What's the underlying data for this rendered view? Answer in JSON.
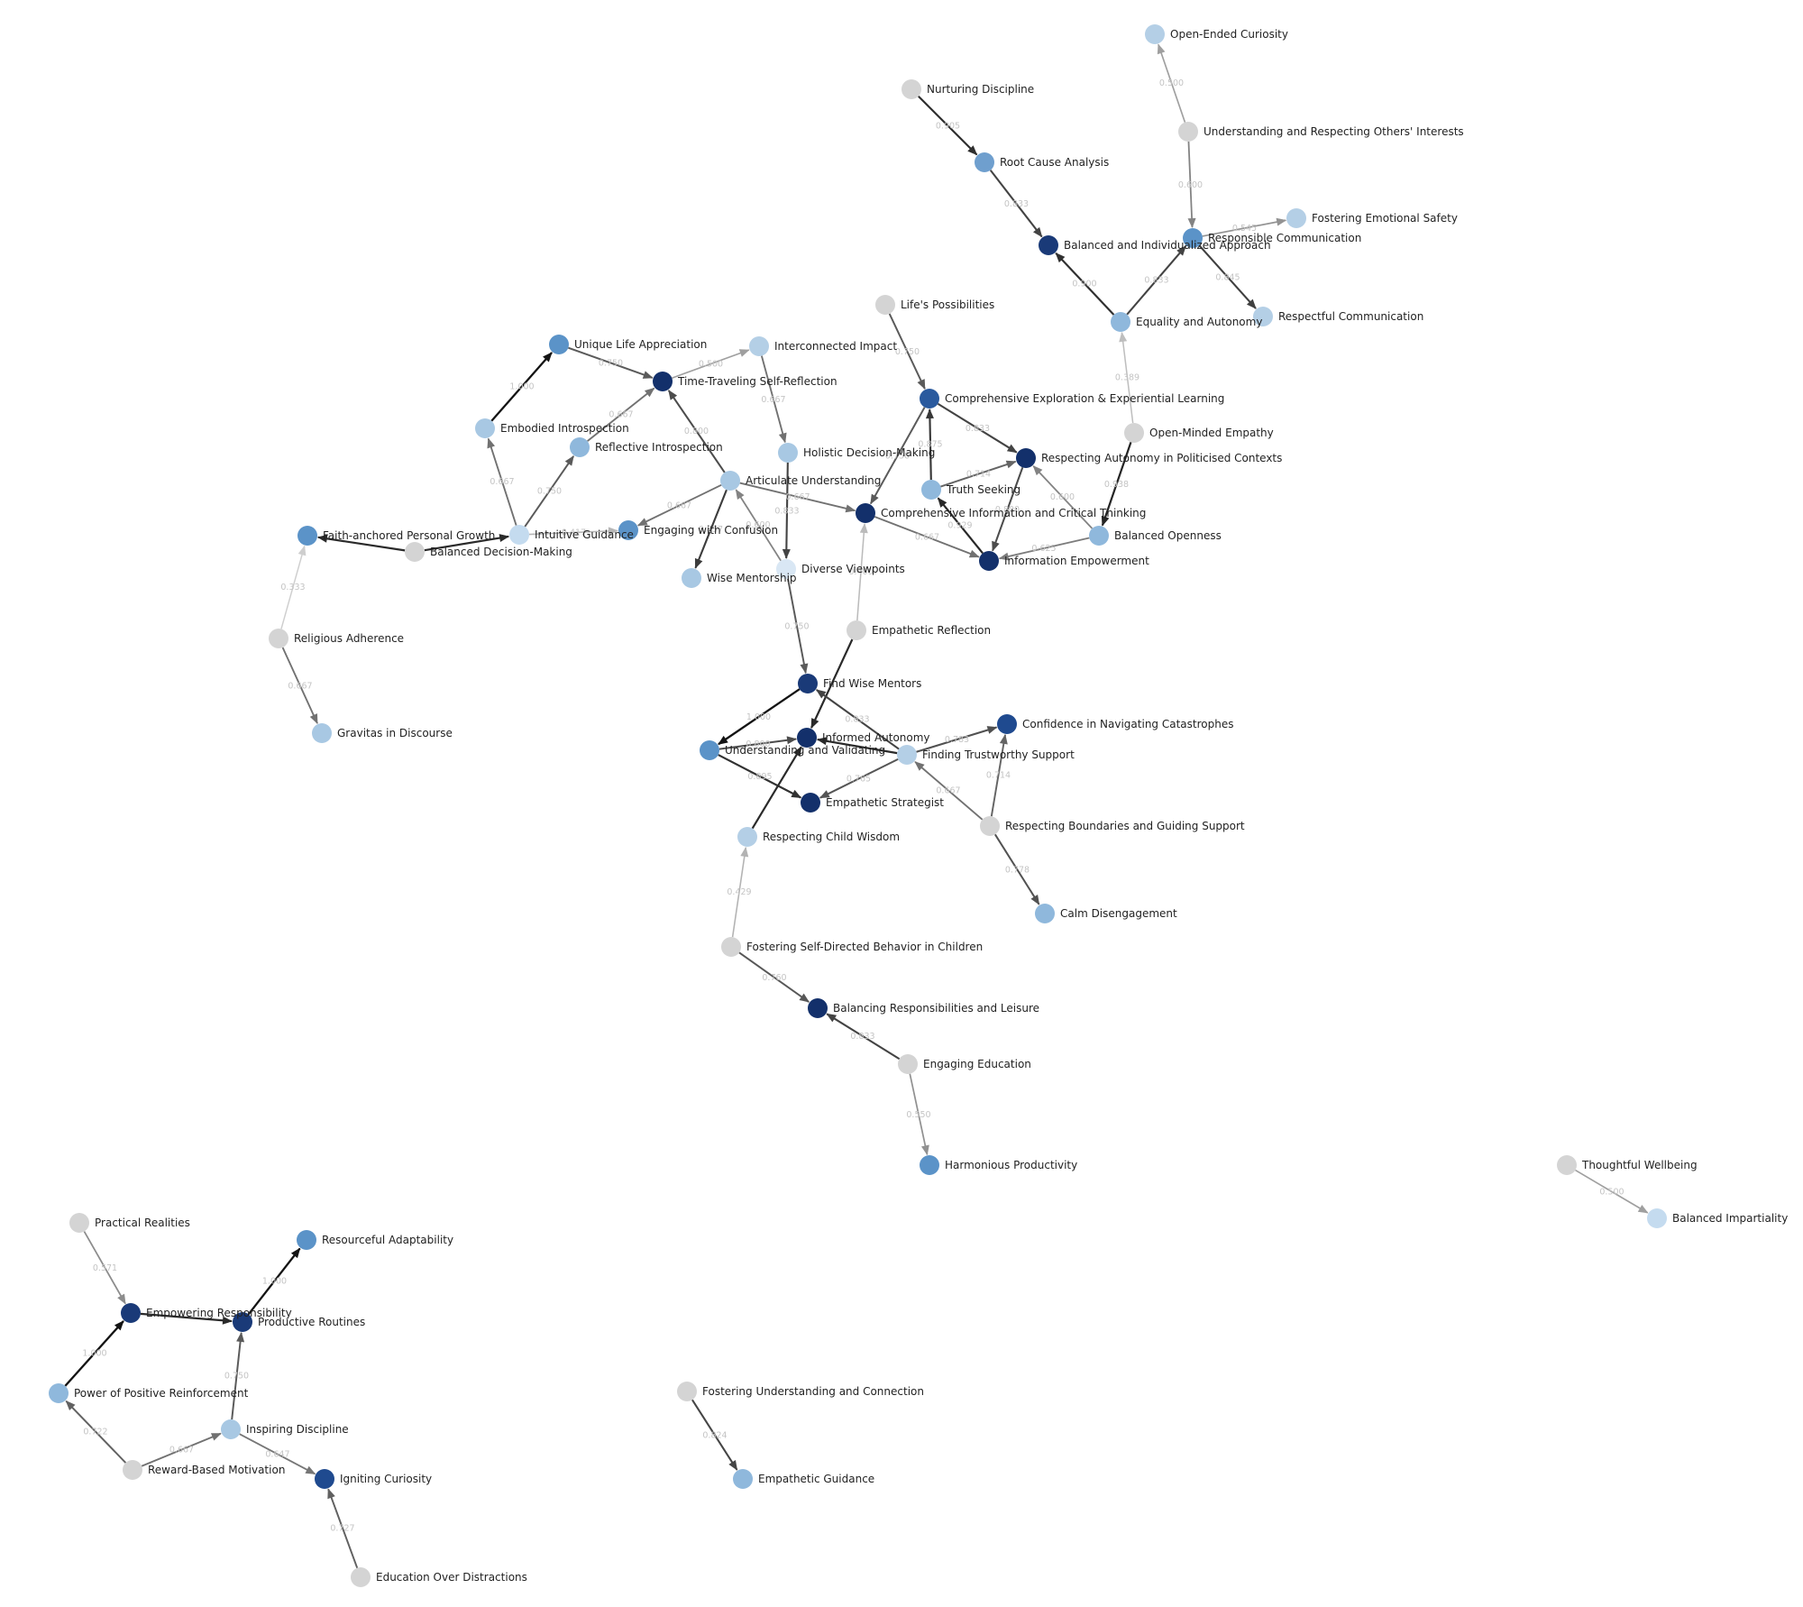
{
  "graph": {
    "nodes": [
      {
        "id": "open-ended-curiosity",
        "label": "Open-Ended Curiosity",
        "color": "#b4cfe6"
      },
      {
        "id": "nurturing-discipline",
        "label": "Nurturing Discipline",
        "color": "#d4d4d4"
      },
      {
        "id": "understanding-respecting-others",
        "label": "Understanding and Respecting Others' Interests",
        "color": "#d4d4d4"
      },
      {
        "id": "root-cause-analysis",
        "label": "Root Cause Analysis",
        "color": "#6f9fce"
      },
      {
        "id": "fostering-emotional-safety",
        "label": "Fostering Emotional Safety",
        "color": "#b4cfe6"
      },
      {
        "id": "responsible-communication",
        "label": "Responsible Communication",
        "color": "#5b93c8"
      },
      {
        "id": "balanced-individualized",
        "label": "Balanced and Individualized Approach",
        "color": "#1a3a78"
      },
      {
        "id": "respectful-communication",
        "label": "Respectful Communication",
        "color": "#b4cfe6"
      },
      {
        "id": "equality-autonomy",
        "label": "Equality and Autonomy",
        "color": "#8fb8dc"
      },
      {
        "id": "lifes-possibilities",
        "label": "Life's Possibilities",
        "color": "#d4d4d4"
      },
      {
        "id": "unique-life-appreciation",
        "label": "Unique Life Appreciation",
        "color": "#5b93c8"
      },
      {
        "id": "interconnected-impact",
        "label": "Interconnected Impact",
        "color": "#b4cfe6"
      },
      {
        "id": "time-traveling",
        "label": "Time-Traveling Self-Reflection",
        "color": "#13306b"
      },
      {
        "id": "comprehensive-exploration",
        "label": "Comprehensive Exploration & Experiential Learning",
        "color": "#2a5a9e"
      },
      {
        "id": "embodied-introspection",
        "label": "Embodied Introspection",
        "color": "#a8c8e3"
      },
      {
        "id": "reflective-introspection",
        "label": "Reflective Introspection",
        "color": "#8fb8dc"
      },
      {
        "id": "holistic-decision",
        "label": "Holistic Decision-Making",
        "color": "#a8c8e3"
      },
      {
        "id": "open-minded-empathy",
        "label": "Open-Minded Empathy",
        "color": "#d4d4d4"
      },
      {
        "id": "respecting-autonomy-politicised",
        "label": "Respecting Autonomy in Politicised Contexts",
        "color": "#13306b"
      },
      {
        "id": "articulate-understanding",
        "label": "Articulate Understanding",
        "color": "#a8c8e3"
      },
      {
        "id": "truth-seeking",
        "label": "Truth Seeking",
        "color": "#8fb8dc"
      },
      {
        "id": "comprehensive-information",
        "label": "Comprehensive Information and Critical Thinking",
        "color": "#13306b"
      },
      {
        "id": "faith-anchored",
        "label": "Faith-anchored Personal Growth",
        "color": "#5b93c8"
      },
      {
        "id": "intuitive-guidance",
        "label": "Intuitive Guidance",
        "color": "#c4dbef"
      },
      {
        "id": "engaging-confusion",
        "label": "Engaging with Confusion",
        "color": "#5b93c8"
      },
      {
        "id": "balanced-openness",
        "label": "Balanced Openness",
        "color": "#8fb8dc"
      },
      {
        "id": "balanced-decision",
        "label": "Balanced Decision-Making",
        "color": "#d4d4d4"
      },
      {
        "id": "information-empowerment",
        "label": "Information Empowerment",
        "color": "#13306b"
      },
      {
        "id": "wise-mentorship",
        "label": "Wise Mentorship",
        "color": "#a8c8e3"
      },
      {
        "id": "diverse-viewpoints",
        "label": "Diverse Viewpoints",
        "color": "#d9e7f4"
      },
      {
        "id": "empathetic-reflection",
        "label": "Empathetic Reflection",
        "color": "#d4d4d4"
      },
      {
        "id": "religious-adherence",
        "label": "Religious Adherence",
        "color": "#d4d4d4"
      },
      {
        "id": "find-wise-mentors",
        "label": "Find Wise Mentors",
        "color": "#1a3a78"
      },
      {
        "id": "gravitas-discourse",
        "label": "Gravitas in Discourse",
        "color": "#a8c8e3"
      },
      {
        "id": "confidence-catastrophes",
        "label": "Confidence in Navigating Catastrophes",
        "color": "#1f4a8f"
      },
      {
        "id": "informed-autonomy",
        "label": "Informed Autonomy",
        "color": "#13306b"
      },
      {
        "id": "understanding-validating",
        "label": "Understanding and Validating",
        "color": "#5b93c8"
      },
      {
        "id": "finding-trustworthy",
        "label": "Finding Trustworthy Support",
        "color": "#b4cfe6"
      },
      {
        "id": "empathetic-strategist",
        "label": "Empathetic Strategist",
        "color": "#13306b"
      },
      {
        "id": "respecting-boundaries",
        "label": "Respecting Boundaries and Guiding Support",
        "color": "#d4d4d4"
      },
      {
        "id": "respecting-child-wisdom",
        "label": "Respecting Child Wisdom",
        "color": "#b4cfe6"
      },
      {
        "id": "calm-disengagement",
        "label": "Calm Disengagement",
        "color": "#8fb8dc"
      },
      {
        "id": "fostering-self-directed",
        "label": "Fostering Self-Directed Behavior in Children",
        "color": "#d4d4d4"
      },
      {
        "id": "balancing-responsibilities",
        "label": "Balancing Responsibilities and Leisure",
        "color": "#13306b"
      },
      {
        "id": "engaging-education",
        "label": "Engaging Education",
        "color": "#d4d4d4"
      },
      {
        "id": "harmonious-productivity",
        "label": "Harmonious Productivity",
        "color": "#5b93c8"
      },
      {
        "id": "thoughtful-wellbeing",
        "label": "Thoughtful Wellbeing",
        "color": "#d4d4d4"
      },
      {
        "id": "balanced-impartiality",
        "label": "Balanced Impartiality",
        "color": "#c4dbef"
      },
      {
        "id": "practical-realities",
        "label": "Practical Realities",
        "color": "#d4d4d4"
      },
      {
        "id": "resourceful-adaptability",
        "label": "Resourceful Adaptability",
        "color": "#5b93c8"
      },
      {
        "id": "empowering-responsibility",
        "label": "Empowering Responsibility",
        "color": "#1a3a78"
      },
      {
        "id": "productive-routines",
        "label": "Productive Routines",
        "color": "#1a3a78"
      },
      {
        "id": "power-positive-reinforcement",
        "label": "Power of Positive Reinforcement",
        "color": "#8fb8dc"
      },
      {
        "id": "inspiring-discipline",
        "label": "Inspiring Discipline",
        "color": "#a8c8e3"
      },
      {
        "id": "reward-based-motivation",
        "label": "Reward-Based Motivation",
        "color": "#d4d4d4"
      },
      {
        "id": "igniting-curiosity",
        "label": "Igniting Curiosity",
        "color": "#1f4a8f"
      },
      {
        "id": "education-over-distractions",
        "label": "Education Over Distractions",
        "color": "#d4d4d4"
      },
      {
        "id": "fostering-understanding-connection",
        "label": "Fostering Understanding and Connection",
        "color": "#d4d4d4"
      },
      {
        "id": "empathetic-guidance",
        "label": "Empathetic Guidance",
        "color": "#8fb8dc"
      }
    ],
    "edges": [
      {
        "source": "understanding-respecting-others",
        "target": "open-ended-curiosity",
        "weight": "0.500"
      },
      {
        "source": "nurturing-discipline",
        "target": "root-cause-analysis",
        "weight": "0.905"
      },
      {
        "source": "root-cause-analysis",
        "target": "balanced-individualized",
        "weight": "0.833"
      },
      {
        "source": "understanding-respecting-others",
        "target": "responsible-communication",
        "weight": "0.600"
      },
      {
        "source": "responsible-communication",
        "target": "fostering-emotional-safety",
        "weight": "0.545"
      },
      {
        "source": "responsible-communication",
        "target": "respectful-communication",
        "weight": "0.845"
      },
      {
        "source": "equality-autonomy",
        "target": "balanced-individualized",
        "weight": "0.900"
      },
      {
        "source": "equality-autonomy",
        "target": "responsible-communication",
        "weight": "0.833"
      },
      {
        "source": "open-minded-empathy",
        "target": "equality-autonomy",
        "weight": "0.389"
      },
      {
        "source": "open-minded-empathy",
        "target": "balanced-openness",
        "weight": "0.938"
      },
      {
        "source": "lifes-possibilities",
        "target": "comprehensive-exploration",
        "weight": "0.750"
      },
      {
        "source": "comprehensive-exploration",
        "target": "respecting-autonomy-politicised",
        "weight": "0.833"
      },
      {
        "source": "comprehensive-exploration",
        "target": "comprehensive-information",
        "weight": "0.750"
      },
      {
        "source": "truth-seeking",
        "target": "comprehensive-exploration",
        "weight": "0.875"
      },
      {
        "source": "truth-seeking",
        "target": "respecting-autonomy-politicised",
        "weight": "0.714"
      },
      {
        "source": "information-empowerment",
        "target": "truth-seeking",
        "weight": "0.929"
      },
      {
        "source": "respecting-autonomy-politicised",
        "target": "information-empowerment",
        "weight": "0.800"
      },
      {
        "source": "balanced-openness",
        "target": "respecting-autonomy-politicised",
        "weight": "0.600"
      },
      {
        "source": "balanced-openness",
        "target": "information-empowerment",
        "weight": "0.625"
      },
      {
        "source": "comprehensive-information",
        "target": "information-empowerment",
        "weight": "0.667"
      },
      {
        "source": "empathetic-reflection",
        "target": "comprehensive-information",
        "weight": "0.400"
      },
      {
        "source": "unique-life-appreciation",
        "target": "time-traveling",
        "weight": "0.750"
      },
      {
        "source": "embodied-introspection",
        "target": "unique-life-appreciation",
        "weight": "1.000"
      },
      {
        "source": "time-traveling",
        "target": "interconnected-impact",
        "weight": "0.500"
      },
      {
        "source": "reflective-introspection",
        "target": "time-traveling",
        "weight": "0.667"
      },
      {
        "source": "articulate-understanding",
        "target": "time-traveling",
        "weight": "0.800"
      },
      {
        "source": "interconnected-impact",
        "target": "holistic-decision",
        "weight": "0.667"
      },
      {
        "source": "holistic-decision",
        "target": "diverse-viewpoints",
        "weight": "0.833"
      },
      {
        "source": "articulate-understanding",
        "target": "comprehensive-information",
        "weight": "0.667"
      },
      {
        "source": "articulate-understanding",
        "target": "engaging-confusion",
        "weight": "0.667"
      },
      {
        "source": "articulate-understanding",
        "target": "wise-mentorship",
        "weight": "0.857"
      },
      {
        "source": "diverse-viewpoints",
        "target": "articulate-understanding",
        "weight": "0.600"
      },
      {
        "source": "intuitive-guidance",
        "target": "embodied-introspection",
        "weight": "0.667"
      },
      {
        "source": "intuitive-guidance",
        "target": "reflective-introspection",
        "weight": "0.750"
      },
      {
        "source": "intuitive-guidance",
        "target": "engaging-confusion",
        "weight": "0.417"
      },
      {
        "source": "balanced-decision",
        "target": "faith-anchored",
        "weight": ""
      },
      {
        "source": "balanced-decision",
        "target": "intuitive-guidance",
        "weight": ""
      },
      {
        "source": "religious-adherence",
        "target": "faith-anchored",
        "weight": "0.333"
      },
      {
        "source": "religious-adherence",
        "target": "gravitas-discourse",
        "weight": "0.667"
      },
      {
        "source": "diverse-viewpoints",
        "target": "find-wise-mentors",
        "weight": "0.750"
      },
      {
        "source": "empathetic-reflection",
        "target": "informed-autonomy",
        "weight": ""
      },
      {
        "source": "find-wise-mentors",
        "target": "understanding-validating",
        "weight": "1.000"
      },
      {
        "source": "understanding-validating",
        "target": "informed-autonomy",
        "weight": "0.800"
      },
      {
        "source": "understanding-validating",
        "target": "empathetic-strategist",
        "weight": "0.895"
      },
      {
        "source": "finding-trustworthy",
        "target": "find-wise-mentors",
        "weight": "0.833"
      },
      {
        "source": "finding-trustworthy",
        "target": "informed-autonomy",
        "weight": ""
      },
      {
        "source": "finding-trustworthy",
        "target": "empathetic-strategist",
        "weight": "0.765"
      },
      {
        "source": "finding-trustworthy",
        "target": "confidence-catastrophes",
        "weight": "0.783"
      },
      {
        "source": "respecting-boundaries",
        "target": "finding-trustworthy",
        "weight": "0.667"
      },
      {
        "source": "respecting-boundaries",
        "target": "confidence-catastrophes",
        "weight": "0.714"
      },
      {
        "source": "respecting-boundaries",
        "target": "calm-disengagement",
        "weight": "0.778"
      },
      {
        "source": "respecting-child-wisdom",
        "target": "informed-autonomy",
        "weight": ""
      },
      {
        "source": "fostering-self-directed",
        "target": "respecting-child-wisdom",
        "weight": "0.429"
      },
      {
        "source": "fostering-self-directed",
        "target": "balancing-responsibilities",
        "weight": "0.760"
      },
      {
        "source": "engaging-education",
        "target": "balancing-responsibilities",
        "weight": "0.833"
      },
      {
        "source": "engaging-education",
        "target": "harmonious-productivity",
        "weight": "0.550"
      },
      {
        "source": "thoughtful-wellbeing",
        "target": "balanced-impartiality",
        "weight": "0.500"
      },
      {
        "source": "practical-realities",
        "target": "empowering-responsibility",
        "weight": "0.571"
      },
      {
        "source": "empowering-responsibility",
        "target": "productive-routines",
        "weight": ""
      },
      {
        "source": "productive-routines",
        "target": "resourceful-adaptability",
        "weight": "1.000"
      },
      {
        "source": "power-positive-reinforcement",
        "target": "empowering-responsibility",
        "weight": "1.000"
      },
      {
        "source": "inspiring-discipline",
        "target": "productive-routines",
        "weight": "0.750"
      },
      {
        "source": "reward-based-motivation",
        "target": "power-positive-reinforcement",
        "weight": "0.722"
      },
      {
        "source": "reward-based-motivation",
        "target": "inspiring-discipline",
        "weight": "0.667"
      },
      {
        "source": "inspiring-discipline",
        "target": "igniting-curiosity",
        "weight": "0.647"
      },
      {
        "source": "education-over-distractions",
        "target": "igniting-curiosity",
        "weight": "0.727"
      },
      {
        "source": "fostering-understanding-connection",
        "target": "empathetic-guidance",
        "weight": "0.824"
      }
    ]
  }
}
